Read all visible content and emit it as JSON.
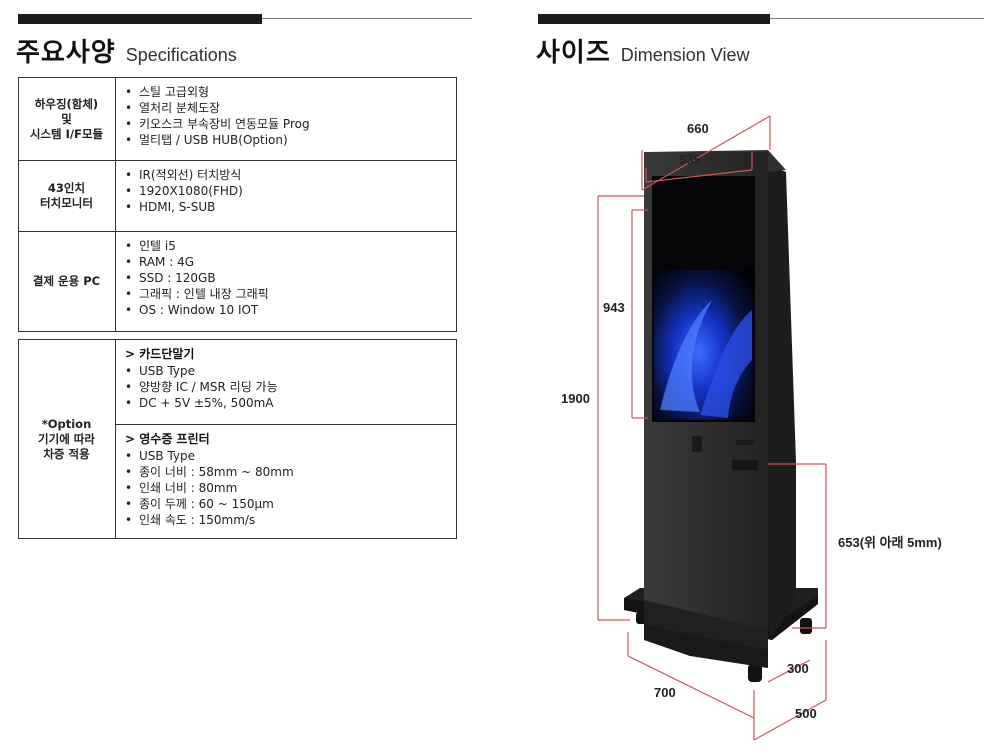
{
  "specifications": {
    "title_ko": "주요사양",
    "title_en": "Specifications",
    "rows": [
      {
        "label": "하우징(함체)\n및\n시스템 I/F모듈",
        "items": [
          "스틸 고급외형",
          "열처리 분체도장",
          "키오스크 부속장비 연동모듈 Prog",
          "멀티탭 / USB HUB(Option)"
        ]
      },
      {
        "label": "43인치\n터치모니터",
        "items": [
          "IR(적외선) 터치방식",
          "1920X1080(FHD)",
          "HDMI, S-SUB"
        ]
      },
      {
        "label": "결제 운용 PC",
        "items": [
          "인텔 i5",
          "RAM : 4G",
          "SSD : 120GB",
          "그래픽 : 인텔 내장 그래픽",
          "OS : Window 10 IOT"
        ]
      }
    ],
    "option": {
      "label": "*Option\n기기에 따라\n차증 적용",
      "groups": [
        {
          "heading": "> 카드단말기",
          "items": [
            "USB Type",
            "양방향 IC / MSR 리딩 가능",
            "DC + 5V ±5%, 500mA"
          ]
        },
        {
          "heading": "> 영수증 프린터",
          "items": [
            "USB Type",
            "종이 너비 : 58mm ~ 80mm",
            "인쇄 너비 : 80mm",
            "종이 두께 : 60 ~ 150μm",
            "인쇄 속도 : 150mm/s"
          ]
        }
      ]
    }
  },
  "dimension": {
    "title_ko": "사이즈",
    "title_en": "Dimension View",
    "labels": {
      "top_width": "660",
      "screen_width": "535",
      "screen_height": "943",
      "total_height": "1900",
      "lower_height": "653(위 아래 5mm)",
      "base_width": "700",
      "base_depth": "500",
      "body_depth": "300"
    }
  },
  "colors": {
    "accent_line": "#c9565a",
    "kiosk_body": "#2b2b2b",
    "heading_bar": "#1b1b1b"
  }
}
